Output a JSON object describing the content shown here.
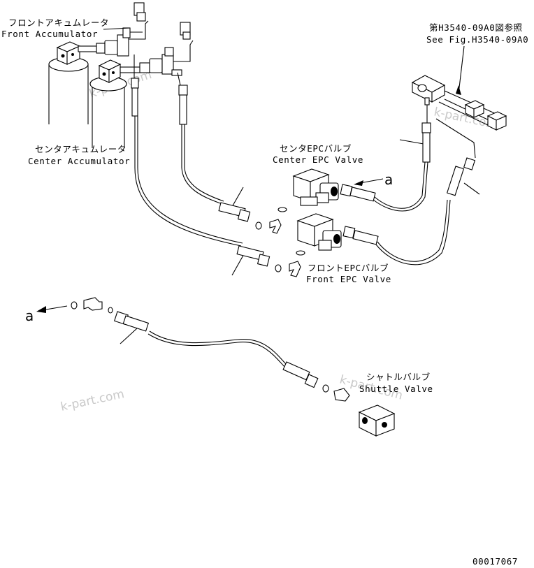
{
  "labels": {
    "front_accumulator_jp": "フロントアキュムレータ",
    "front_accumulator_en": "Front Accumulator",
    "center_accumulator_jp": "センタアキュムレータ",
    "center_accumulator_en": "Center Accumulator",
    "see_fig_jp": "第H3540-09A0図参照",
    "see_fig_en": "See Fig.H3540-09A0",
    "center_epc_jp": "センタEPCバルブ",
    "center_epc_en": "Center EPC Valve",
    "front_epc_jp": "フロントEPCバルブ",
    "front_epc_en": "Front EPC Valve",
    "shuttle_jp": "シャトルバルブ",
    "shuttle_en": "Shuttle Valve",
    "ref_a_1": "a",
    "ref_a_2": "a",
    "drawing_no": "00017067"
  },
  "watermarks": [
    "k-part.com",
    "k-part.com",
    "k-part.com",
    "k-part.com"
  ]
}
